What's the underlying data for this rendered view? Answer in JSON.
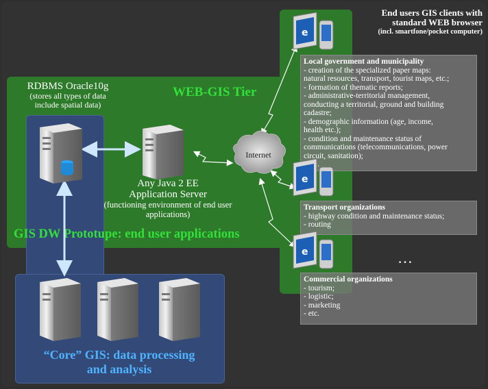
{
  "clients_title": {
    "line1": "End users GIS clients with",
    "line2": "standard WEB browser",
    "line3": "(incl. smartfone/pocket computer)"
  },
  "rdbms": {
    "title": "RDBMS Oracle10g",
    "sub1": "(stores all types of data",
    "sub2": "include spatial data)"
  },
  "web_tier": "WEB-GIS Tier",
  "internet": "Internet",
  "app_server": {
    "line1": "Any Java 2 EE",
    "line2": "Application Server",
    "line3": "(functioning environment of end user",
    "line4": "applications)"
  },
  "prototype": "GIS DW Prototupe: end user applications",
  "core": {
    "line1": "“Core” GIS: data processing",
    "line2": "and analysis"
  },
  "ellipsis": "…",
  "groups": {
    "local": {
      "title": "Local government and municipality",
      "items": [
        "- creation of the specialized paper maps:",
        "natural resources, transport, tourist maps, etc.;",
        "- formation of thematic reports;",
        "- administrative-territorial management,",
        "conducting a territorial, ground and building",
        "cadastre;",
        "-  demographic information (age, income,",
        "health etc.);",
        "- condition and maintenance status of",
        "communications (telecommunications, power",
        "circuit, sanitation);",
        "- etc."
      ]
    },
    "transport": {
      "title": "Transport organizations",
      "items": [
        "- highway condition and maintenance status;",
        "- routing"
      ]
    },
    "commercial": {
      "title": "Commercial organizations",
      "items": [
        "- tourism;",
        "- logistic;",
        "- marketing",
        "- etc."
      ]
    }
  },
  "colors": {
    "green_zone": "#2d7a2a",
    "green_text": "#33e03a",
    "core_blue": "#334a78",
    "core_text": "#4fb3ff"
  }
}
